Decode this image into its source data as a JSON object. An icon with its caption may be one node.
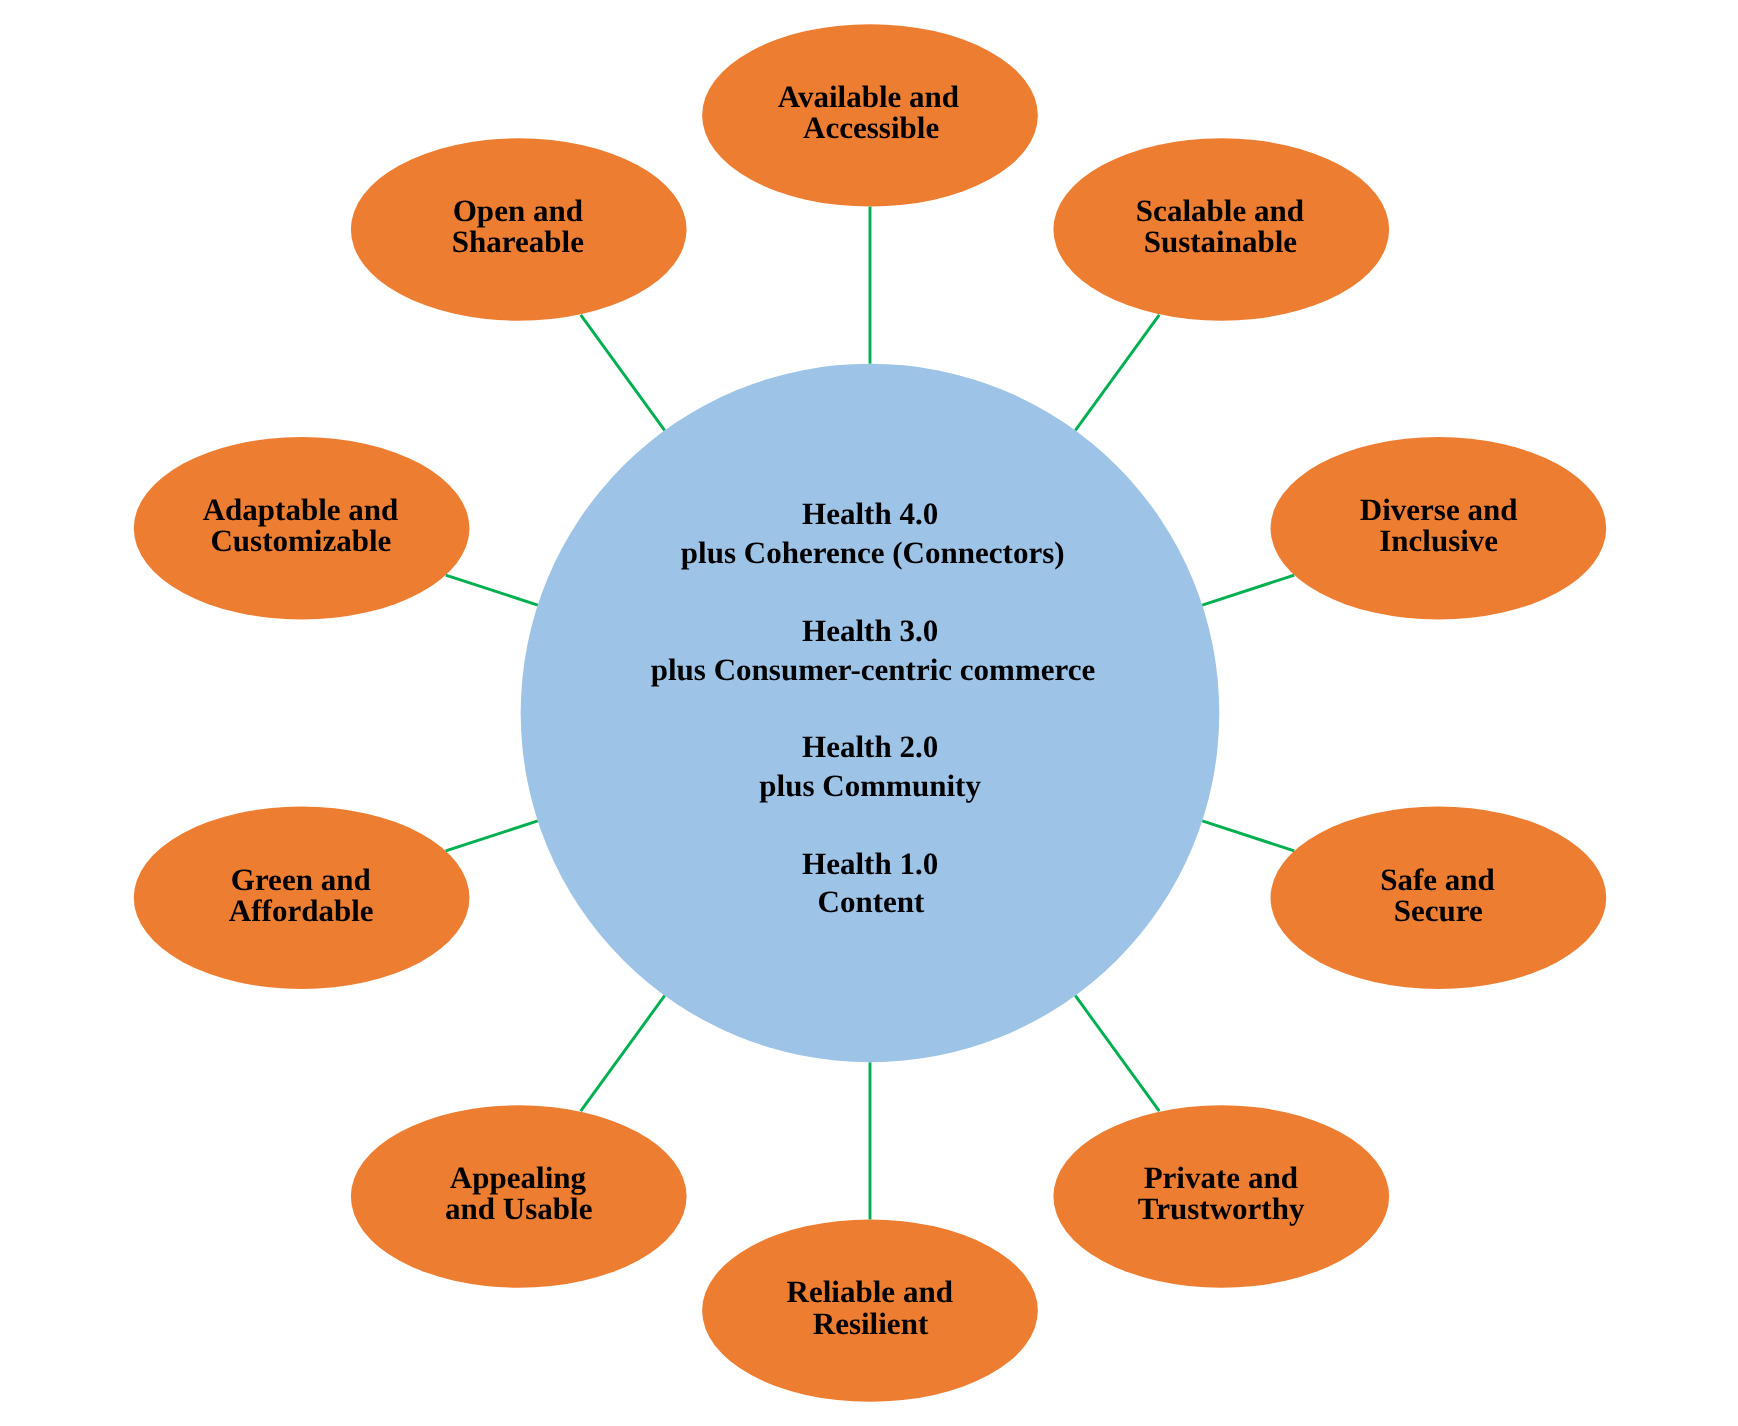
{
  "diagram": {
    "nodes": [
      {
        "text": [
          "Health 4.0",
          "plus Coherence (Connectors)",
          "Health 3.0",
          "plus Consumer-centric commerce",
          "Health 2.0",
          "plus Community",
          "Health 1.0",
          "Content"
        ]
      },
      {
        "text": [
          "Diverse and Inclusive"
        ]
      },
      {
        "text": [
          "Scalable and Sustainable"
        ]
      },
      {
        "text": [
          "Available and Accessible"
        ]
      },
      {
        "text": [
          "Open and Shareable"
        ]
      },
      {
        "text": [
          "Adaptable and Customizable"
        ]
      },
      {
        "text": [
          "Green and Affordable"
        ]
      },
      {
        "text": [
          "Appealing and Usable"
        ]
      },
      {
        "text": [
          "Reliable and Resilient"
        ]
      },
      {
        "text": [
          "Private and Trustworthy"
        ]
      },
      {
        "text": [
          "Safe and Secure"
        ]
      }
    ],
    "edges": [
      {
        "from": 0,
        "to": 1,
        "arrow": "none"
      },
      {
        "from": 0,
        "to": 2,
        "arrow": "none"
      },
      {
        "from": 0,
        "to": 4,
        "arrow": "none"
      },
      {
        "from": 0,
        "to": 6,
        "arrow": "none"
      },
      {
        "from": 0,
        "to": 8,
        "arrow": "none"
      },
      {
        "from": 0,
        "to": 10,
        "arrow": "none"
      },
      {
        "from": 0,
        "to": 9,
        "arrow": "none"
      },
      {
        "from": 0,
        "to": 7,
        "arrow": "none"
      },
      {
        "from": 0,
        "to": 5,
        "arrow": "none"
      },
      {
        "from": 0,
        "to": 3,
        "arrow": "none"
      }
    ]
  }
}
